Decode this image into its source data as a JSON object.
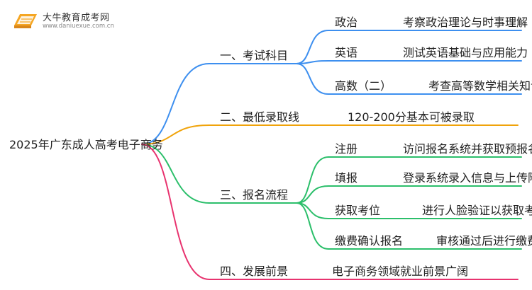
{
  "watermark": {
    "title": "大牛教育成考网",
    "url": "www.daniuexue.com.cn"
  },
  "root": {
    "label": "2025年广东成人高考电子商务"
  },
  "branches": [
    {
      "label": "一、考试科目",
      "color": "#3d8fef",
      "children": [
        {
          "label": "政治",
          "detail": "考察政治理论与时事理解"
        },
        {
          "label": "英语",
          "detail": "测试英语基础与应用能力"
        },
        {
          "label": "高数（二）",
          "detail": "考查高等数学相关知识"
        }
      ]
    },
    {
      "label": "二、最低录取线",
      "color": "#f0a30a",
      "children": [
        {
          "label": "120-200分基本可被录取",
          "detail": ""
        }
      ]
    },
    {
      "label": "三、报名流程",
      "color": "#2cbf6b",
      "children": [
        {
          "label": "注册",
          "detail": "访问报名系统并获取预报名号"
        },
        {
          "label": "填报",
          "detail": "登录系统录入信息与上传附件"
        },
        {
          "label": "获取考位",
          "detail": "进行人脸验证以获取考位"
        },
        {
          "label": "缴费确认报名",
          "detail": "审核通过后进行缴费"
        }
      ]
    },
    {
      "label": "四、发展前景",
      "color": "#e8336f",
      "children": [
        {
          "label": "电子商务领域就业前景广阔",
          "detail": ""
        }
      ]
    }
  ]
}
